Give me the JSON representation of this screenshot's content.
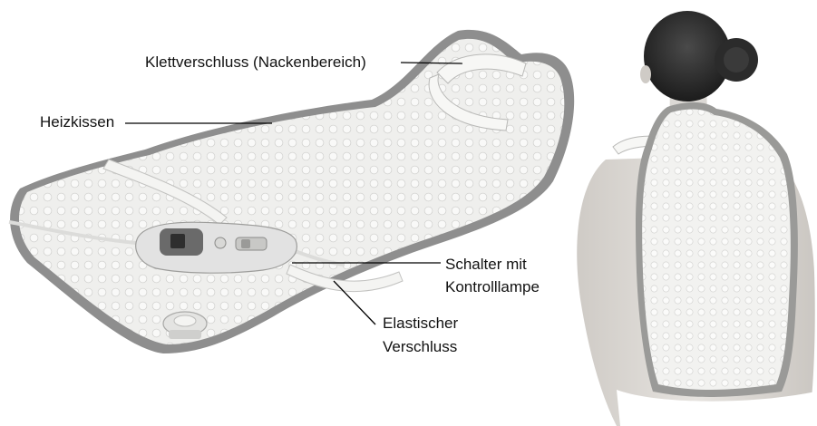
{
  "labels": {
    "velcro": "Klettverschluss (Nackenbereich)",
    "pad": "Heizkissen",
    "switch_line1": "Schalter mit",
    "switch_line2": "Kontrolllampe",
    "elastic_line1": "Elastischer",
    "elastic_line2": "Verschluss"
  },
  "colors": {
    "pad_fill": "#eeeeec",
    "pad_border": "#8e8e8e",
    "controller": "#e2e2e2",
    "skin": "#d9d6d2",
    "hair": "#2a2a2a",
    "line": "#000000"
  },
  "icons": {
    "controller": "remote-control-icon",
    "connector": "plug-connector-icon"
  }
}
